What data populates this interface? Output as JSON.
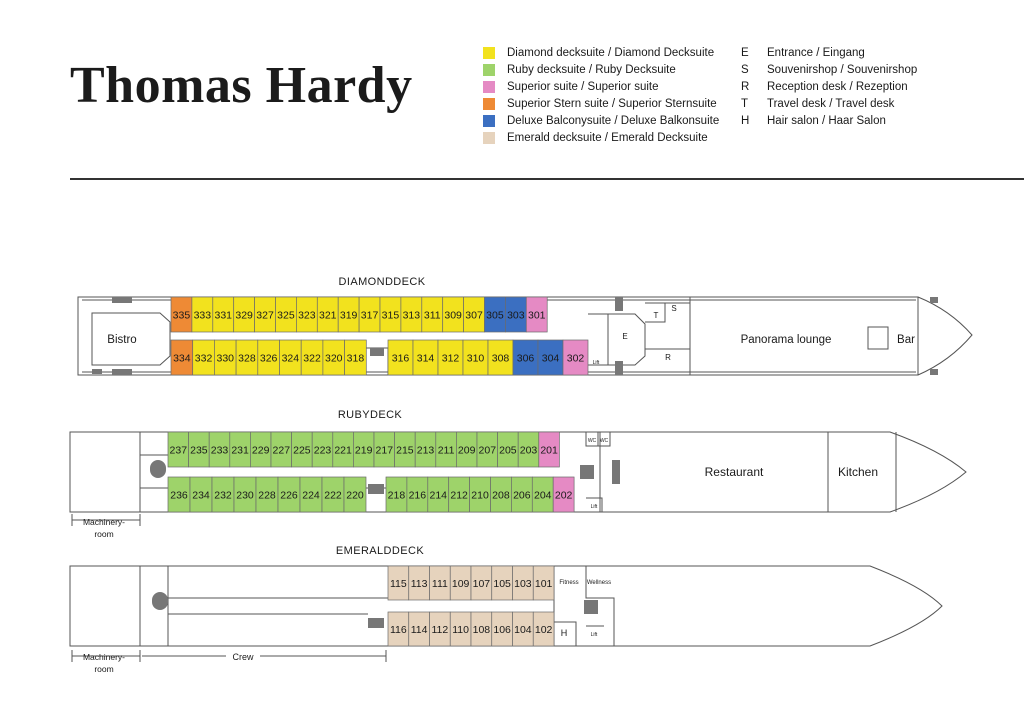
{
  "title": "Thomas Hardy",
  "legend": {
    "suites": [
      {
        "key": "diamond",
        "label": "Diamond decksuite / Diamond Decksuite",
        "color": "#f2e21e"
      },
      {
        "key": "ruby",
        "label": "Ruby decksuite / Ruby Decksuite",
        "color": "#9ed36a"
      },
      {
        "key": "superior",
        "label": "Superior suite / Superior suite",
        "color": "#e58ac4"
      },
      {
        "key": "stern",
        "label": "Superior Stern suite / Superior Sternsuite",
        "color": "#ee8a35"
      },
      {
        "key": "deluxe",
        "label": "Deluxe Balconysuite / Deluxe Balkonsuite",
        "color": "#3b6fc1"
      },
      {
        "key": "emerald",
        "label": "Emerald decksuite / Emerald Decksuite",
        "color": "#e6d3bd"
      }
    ],
    "facilities": [
      {
        "code": "E",
        "label": "Entrance / Eingang"
      },
      {
        "code": "S",
        "label": "Souvenirshop / Souvenirshop"
      },
      {
        "code": "R",
        "label": "Reception desk / Rezeption"
      },
      {
        "code": "T",
        "label": "Travel desk / Travel desk"
      },
      {
        "code": "H",
        "label": "Hair salon / Haar Salon"
      }
    ]
  },
  "decks": {
    "diamond": {
      "name": "DIAMONDDECK",
      "areas": {
        "bistro": "Bistro",
        "panorama": "Panorama lounge",
        "bar": "Bar",
        "entrance": "E",
        "travel": "T",
        "souvenir": "S",
        "reception": "R",
        "lift": "Lift"
      },
      "cabins_top": [
        {
          "n": "335",
          "t": "stern"
        },
        {
          "n": "333",
          "t": "diamond"
        },
        {
          "n": "331",
          "t": "diamond"
        },
        {
          "n": "329",
          "t": "diamond"
        },
        {
          "n": "327",
          "t": "diamond"
        },
        {
          "n": "325",
          "t": "diamond"
        },
        {
          "n": "323",
          "t": "diamond"
        },
        {
          "n": "321",
          "t": "diamond"
        },
        {
          "n": "319",
          "t": "diamond"
        },
        {
          "n": "317",
          "t": "diamond"
        },
        {
          "n": "315",
          "t": "diamond"
        },
        {
          "n": "313",
          "t": "diamond"
        },
        {
          "n": "311",
          "t": "diamond"
        },
        {
          "n": "309",
          "t": "diamond"
        },
        {
          "n": "307",
          "t": "diamond"
        },
        {
          "n": "305",
          "t": "deluxe"
        },
        {
          "n": "303",
          "t": "deluxe"
        },
        {
          "n": "301",
          "t": "superior"
        }
      ],
      "cabins_bottom_left": [
        {
          "n": "334",
          "t": "stern"
        },
        {
          "n": "332",
          "t": "diamond"
        },
        {
          "n": "330",
          "t": "diamond"
        },
        {
          "n": "328",
          "t": "diamond"
        },
        {
          "n": "326",
          "t": "diamond"
        },
        {
          "n": "324",
          "t": "diamond"
        },
        {
          "n": "322",
          "t": "diamond"
        },
        {
          "n": "320",
          "t": "diamond"
        },
        {
          "n": "318",
          "t": "diamond"
        }
      ],
      "cabins_bottom_right": [
        {
          "n": "316",
          "t": "diamond"
        },
        {
          "n": "314",
          "t": "diamond"
        },
        {
          "n": "312",
          "t": "diamond"
        },
        {
          "n": "310",
          "t": "diamond"
        },
        {
          "n": "308",
          "t": "diamond"
        },
        {
          "n": "306",
          "t": "deluxe"
        },
        {
          "n": "304",
          "t": "deluxe"
        },
        {
          "n": "302",
          "t": "superior"
        }
      ]
    },
    "ruby": {
      "name": "RUBYDECK",
      "areas": {
        "restaurant": "Restaurant",
        "kitchen": "Kitchen",
        "wc": "WC",
        "lift": "Lift",
        "machinery": "Machinery-",
        "machinery2": "room"
      },
      "cabins_top": [
        "237",
        "235",
        "233",
        "231",
        "229",
        "227",
        "225",
        "223",
        "221",
        "219",
        "217",
        "215",
        "213",
        "211",
        "209",
        "207",
        "205",
        "203",
        "201"
      ],
      "cabins_bottom_left": [
        "236",
        "234",
        "232",
        "230",
        "228",
        "226",
        "224",
        "222",
        "220"
      ],
      "cabins_bottom_right": [
        "218",
        "216",
        "214",
        "212",
        "210",
        "208",
        "206",
        "204",
        "202"
      ]
    },
    "emerald": {
      "name": "EMERALDDECK",
      "areas": {
        "fitness": "Fitness",
        "wellness": "Wellness",
        "hair": "H",
        "lift": "Lift",
        "machinery": "Machinery-",
        "machinery2": "room",
        "crew": "Crew"
      },
      "cabins_top": [
        "115",
        "113",
        "111",
        "109",
        "107",
        "105",
        "103",
        "101"
      ],
      "cabins_bottom": [
        "116",
        "114",
        "112",
        "110",
        "108",
        "106",
        "104",
        "102"
      ]
    }
  }
}
